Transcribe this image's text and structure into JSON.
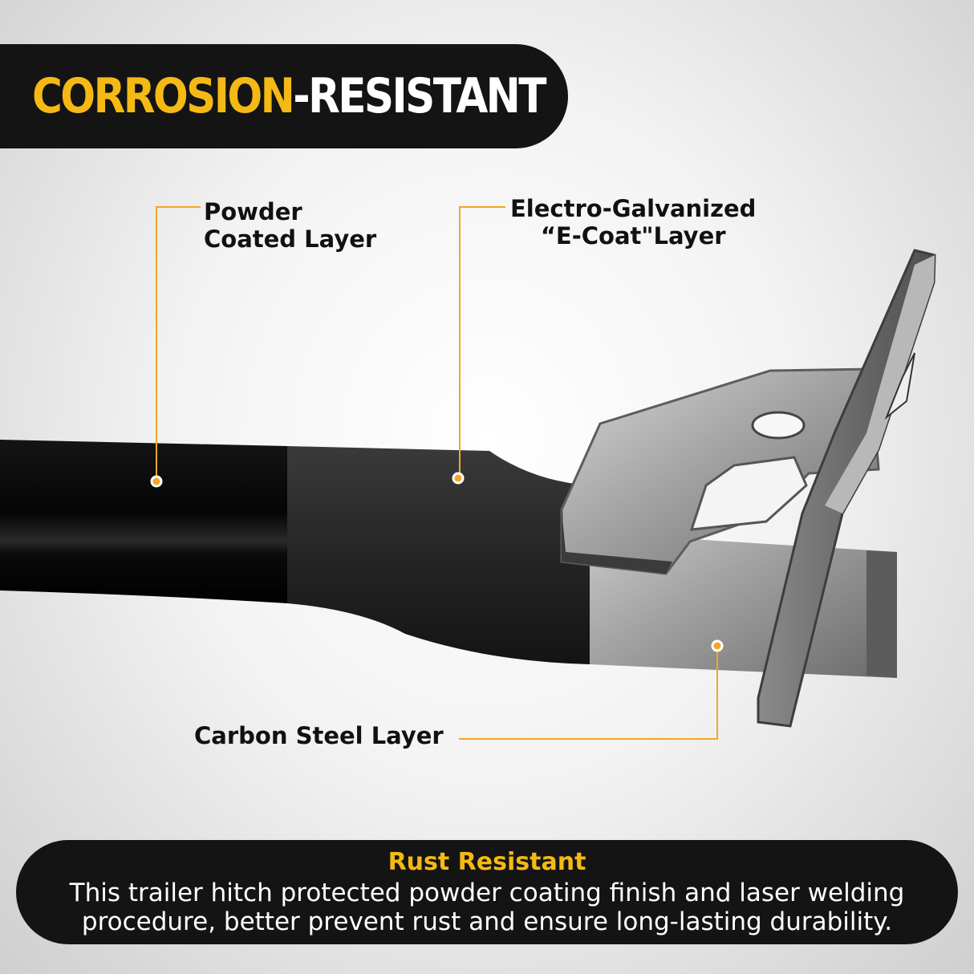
{
  "title": {
    "accent": "CORROSION",
    "rest": "-RESISTANT",
    "accent_color": "#f5b915"
  },
  "callouts": {
    "powder": {
      "line1": "Powder",
      "line2": "Coated Layer"
    },
    "ecoat": {
      "line1": "Electro-Galvanized",
      "line2": "“E-Coat\"Layer"
    },
    "carbon": {
      "line1": "Carbon Steel Layer"
    },
    "line_color": "#f5a623"
  },
  "footer": {
    "heading": "Rust Resistant",
    "line1": "This trailer hitch protected powder coating finish and laser welding",
    "line2": "procedure, better prevent rust and ensure long-lasting durability."
  }
}
